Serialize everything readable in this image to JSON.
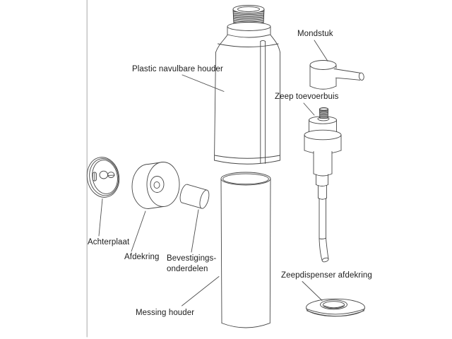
{
  "diagram": {
    "type": "exploded-parts-diagram",
    "subject": "soap-dispenser",
    "labels": {
      "plastic_houder": "Plastic navulbare houder",
      "mondstuk": "Mondstuk",
      "zeep_toevoerbuis": "Zeep toevoerbuis",
      "achterplaat": "Achterplaat",
      "afdekring": "Afdekring",
      "bevestigings_onderdelen": "Bevestigings-\nonderdelen",
      "messing_houder": "Messing houder",
      "zeepdispenser_afdekring": "Zeepdispenser afdekring"
    },
    "colors": {
      "background": "#ffffff",
      "line": "#474747",
      "thread_dark": "#2d2d2d",
      "text": "#1c1c1c",
      "page_edge_line": "#b0b0b0"
    }
  }
}
